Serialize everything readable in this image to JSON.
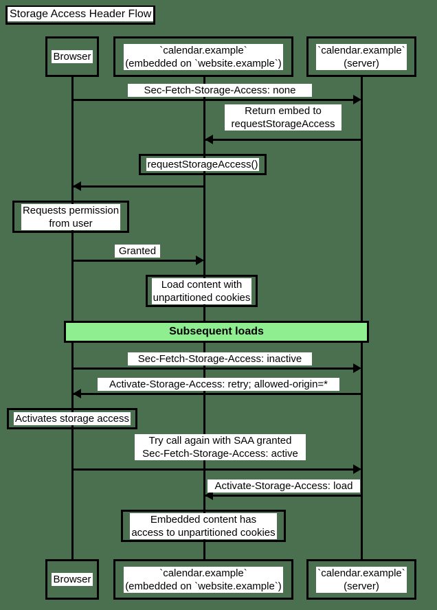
{
  "diagram": {
    "title": "Storage Access Header Flow",
    "type": "sequence-diagram",
    "colors": {
      "background": "#4a7050",
      "stroke": "#000000",
      "label_background": "#ffffff",
      "divider_fill": "#8eee90"
    }
  },
  "participants": [
    {
      "id": "browser",
      "label": "Browser"
    },
    {
      "id": "embed",
      "label": "`calendar.example`\n(embedded on `website.example`)"
    },
    {
      "id": "server",
      "label": "`calendar.example`\n(server)"
    }
  ],
  "messages": [
    {
      "id": "m1",
      "label": "Sec-Fetch-Storage-Access: none",
      "from": "browser",
      "to": "server",
      "direction": "right"
    },
    {
      "id": "m2",
      "label": "Return embed to\nrequestStorageAccess",
      "from": "server",
      "to": "embed",
      "direction": "left"
    },
    {
      "id": "m3",
      "label": "",
      "from": "embed",
      "to": "browser",
      "direction": "left"
    },
    {
      "id": "m4",
      "label": "Granted",
      "from": "browser",
      "to": "embed",
      "direction": "right"
    },
    {
      "id": "m5",
      "label": "Sec-Fetch-Storage-Access: inactive",
      "from": "browser",
      "to": "server",
      "direction": "right"
    },
    {
      "id": "m6",
      "label": "Activate-Storage-Access: retry; allowed-origin=*",
      "from": "server",
      "to": "browser",
      "direction": "left"
    },
    {
      "id": "m7",
      "label": "Try call again with SAA granted\nSec-Fetch-Storage-Access: active",
      "from": "browser",
      "to": "server",
      "direction": "right"
    },
    {
      "id": "m8",
      "label": "Activate-Storage-Access: load",
      "from": "server",
      "to": "embed",
      "direction": "left"
    }
  ],
  "notes": [
    {
      "id": "n1",
      "label": "requestStorageAccess()",
      "over": "embed"
    },
    {
      "id": "n2",
      "label": "Requests permission\nfrom user",
      "over": "browser"
    },
    {
      "id": "n3",
      "label": "Load content with\nunpartitioned cookies",
      "over": "embed"
    },
    {
      "id": "n4",
      "label": "Activates storage access",
      "over": "browser"
    },
    {
      "id": "n5",
      "label": "Embedded content has\naccess to unpartitioned cookies",
      "over": "embed"
    }
  ],
  "dividers": [
    {
      "id": "d1",
      "label": "Subsequent loads"
    }
  ]
}
